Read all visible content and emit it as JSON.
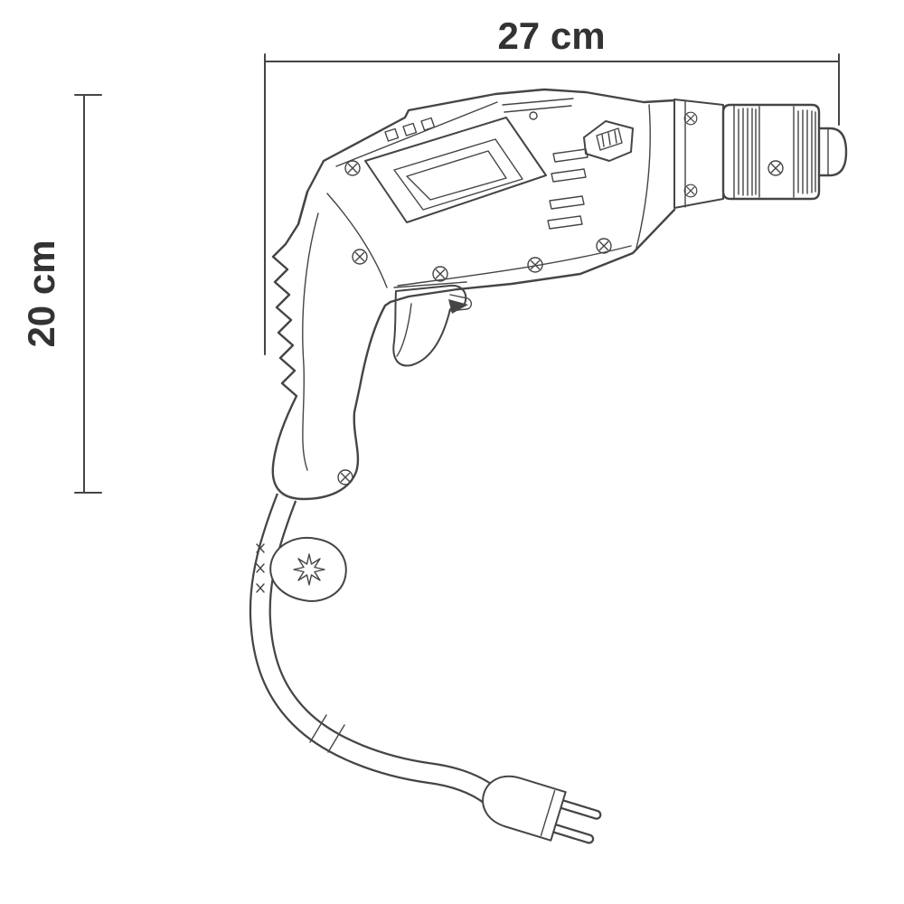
{
  "diagram": {
    "type": "technical-line-drawing",
    "subject": "electric-drill-side-view-with-dimensions",
    "dimensions": {
      "width": {
        "label": "27 cm"
      },
      "height": {
        "label": "20 cm"
      }
    },
    "colors": {
      "line": "#454545",
      "text": "#333333",
      "background": "#ffffff"
    }
  }
}
